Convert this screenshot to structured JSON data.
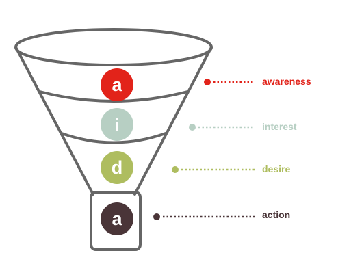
{
  "stages": [
    {
      "letter": "a",
      "label": "awareness",
      "color": "#e2231a"
    },
    {
      "letter": "i",
      "label": "interest",
      "color": "#b7cfc3"
    },
    {
      "letter": "d",
      "label": "desire",
      "color": "#aebd5f"
    },
    {
      "letter": "a",
      "label": "action",
      "color": "#4a3538"
    }
  ],
  "funnel": {
    "stroke_color": "#666666"
  }
}
